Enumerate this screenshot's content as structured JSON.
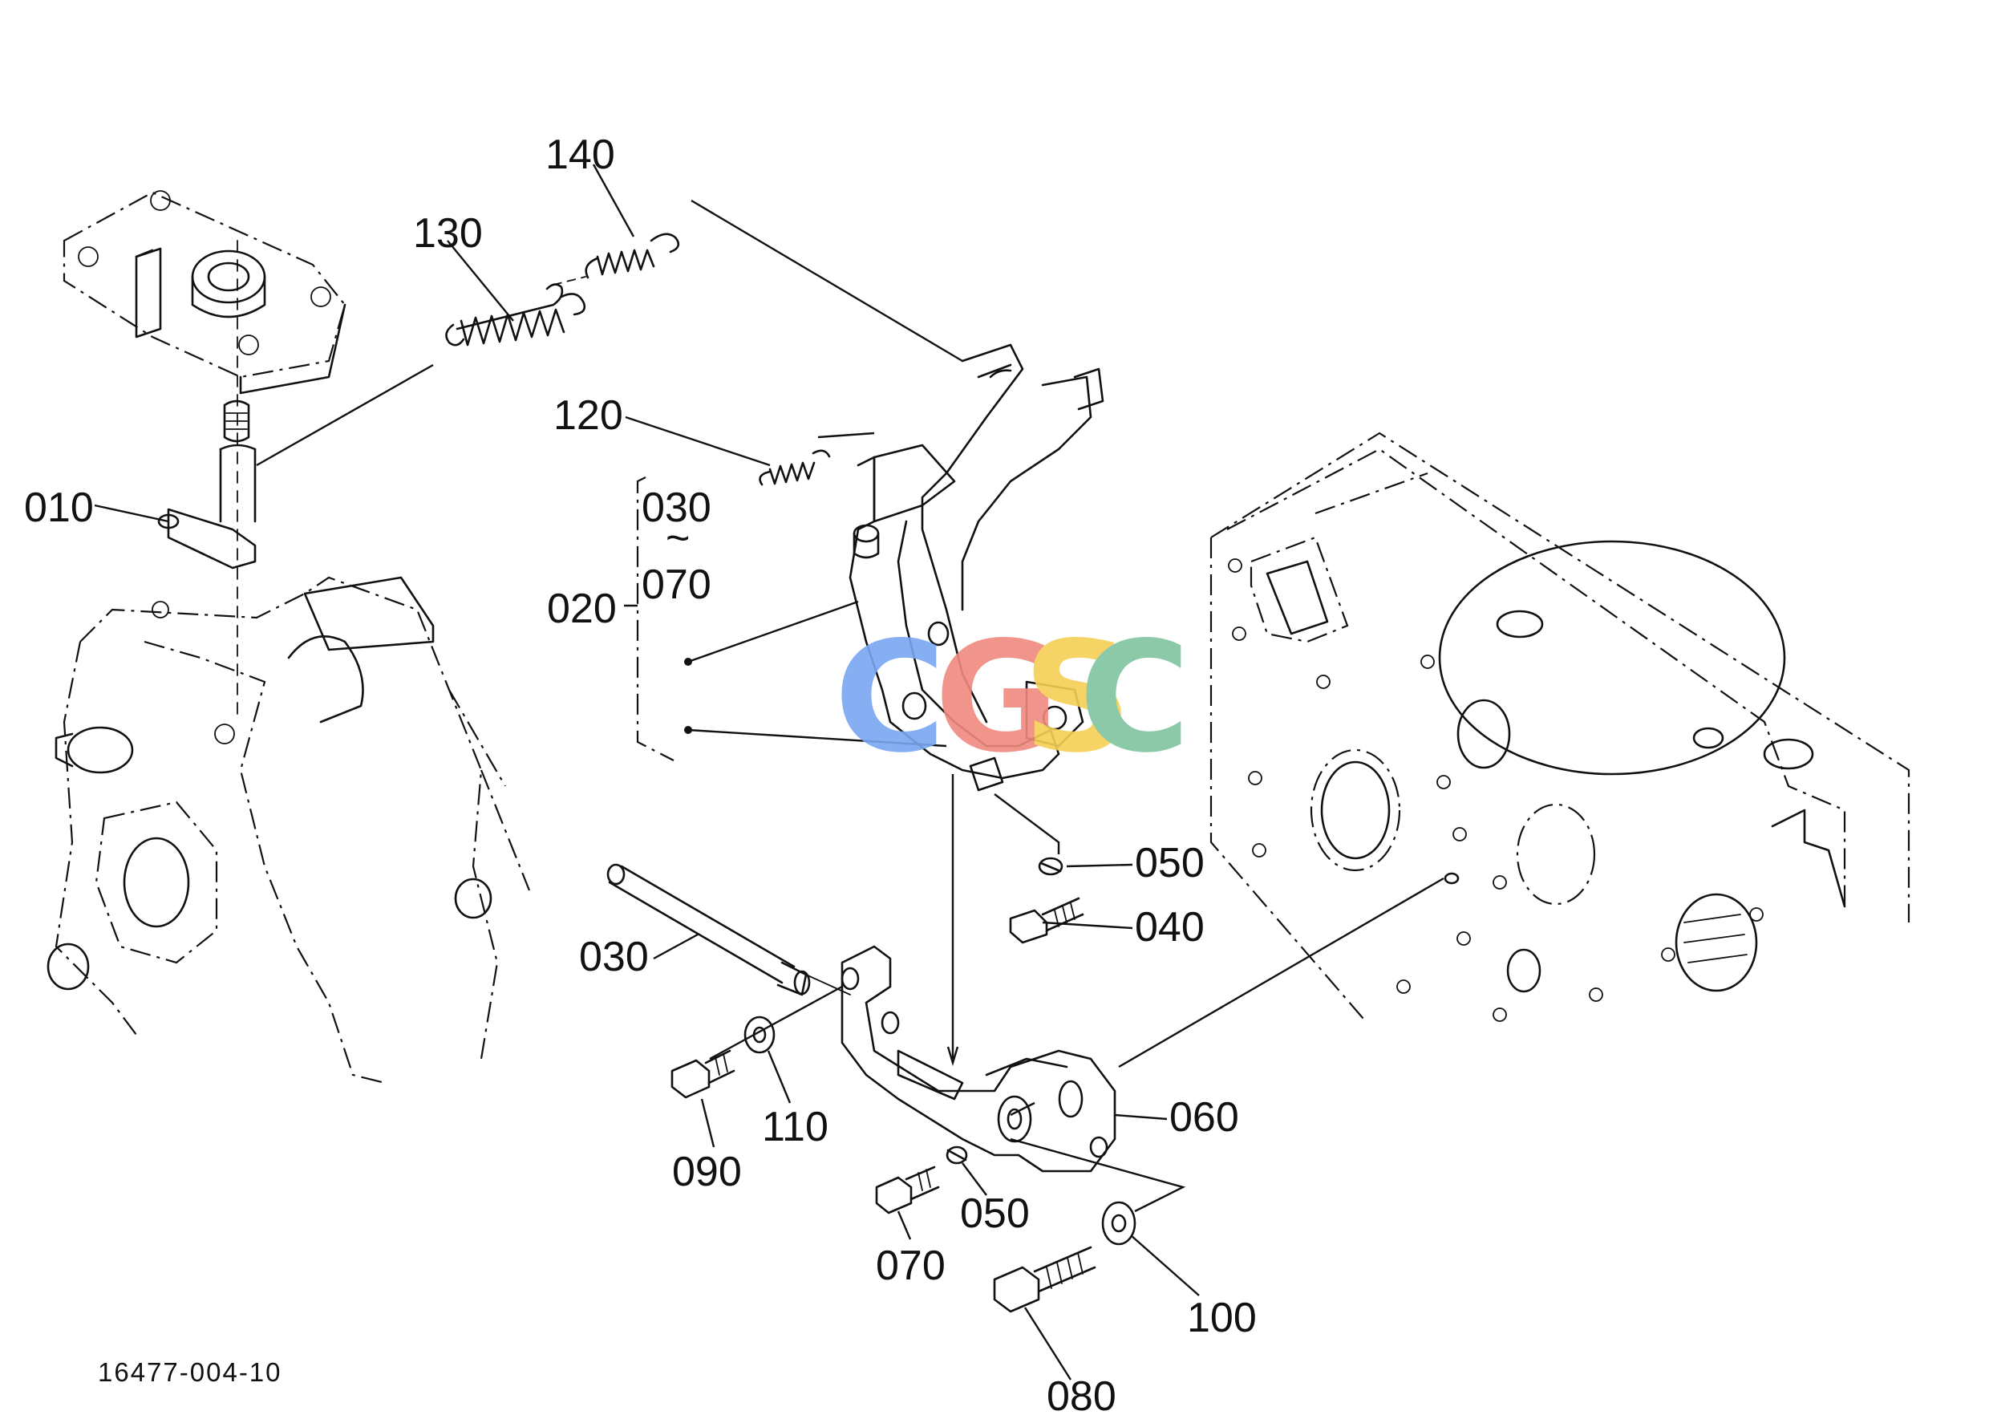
{
  "part_labels": [
    {
      "id": "010",
      "text": "010"
    },
    {
      "id": "020",
      "text": "020"
    },
    {
      "id": "030a",
      "text": "030"
    },
    {
      "id": "030b",
      "text": "030"
    },
    {
      "id": "sep",
      "text": "~"
    },
    {
      "id": "070a",
      "text": "070"
    },
    {
      "id": "040",
      "text": "040"
    },
    {
      "id": "050a",
      "text": "050"
    },
    {
      "id": "050b",
      "text": "050"
    },
    {
      "id": "060",
      "text": "060"
    },
    {
      "id": "070b",
      "text": "070"
    },
    {
      "id": "080",
      "text": "080"
    },
    {
      "id": "090",
      "text": "090"
    },
    {
      "id": "100",
      "text": "100"
    },
    {
      "id": "110",
      "text": "110"
    },
    {
      "id": "120",
      "text": "120"
    },
    {
      "id": "130",
      "text": "130"
    },
    {
      "id": "140",
      "text": "140"
    }
  ],
  "drawing_number": "16477-004-10",
  "watermark": {
    "letters": [
      "C",
      "G",
      "S",
      "C"
    ],
    "colors": [
      "#7aa7f2",
      "#f08a80",
      "#f6cf55",
      "#7fc4a0"
    ]
  }
}
